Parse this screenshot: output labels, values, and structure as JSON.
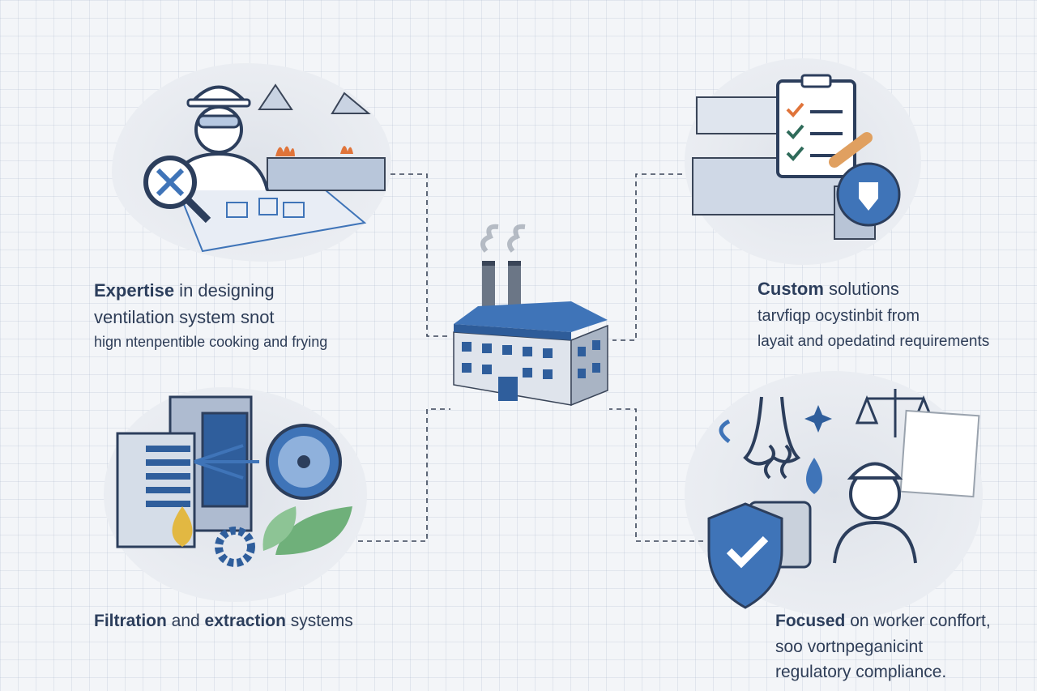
{
  "panels": {
    "expertise": {
      "bold": "Expertise",
      "line1_rest": " in designing",
      "line2": "ventilation system snot",
      "line3": "hign ntenpentible cooking and frying"
    },
    "custom": {
      "bold": "Custom",
      "line1_rest": " solutions",
      "line2": "tarvfiqp ocystinbit from",
      "line3": "layait and opedatind requirements"
    },
    "filtration": {
      "bold1": "Filtration",
      "mid": " and ",
      "bold2": "extraction",
      "rest": " systems"
    },
    "focused": {
      "bold": "Focused",
      "line1_rest": " on worker conffort,",
      "line2": "soo vortnpeganicint",
      "line3": "regulatory compliance."
    }
  },
  "colors": {
    "accent": "#3f74b8",
    "dark": "#2c3e5c",
    "blob": "#e3e6ec",
    "leaf": "#6fb07a",
    "drop": "#e2b842",
    "flame": "#e0743a"
  }
}
